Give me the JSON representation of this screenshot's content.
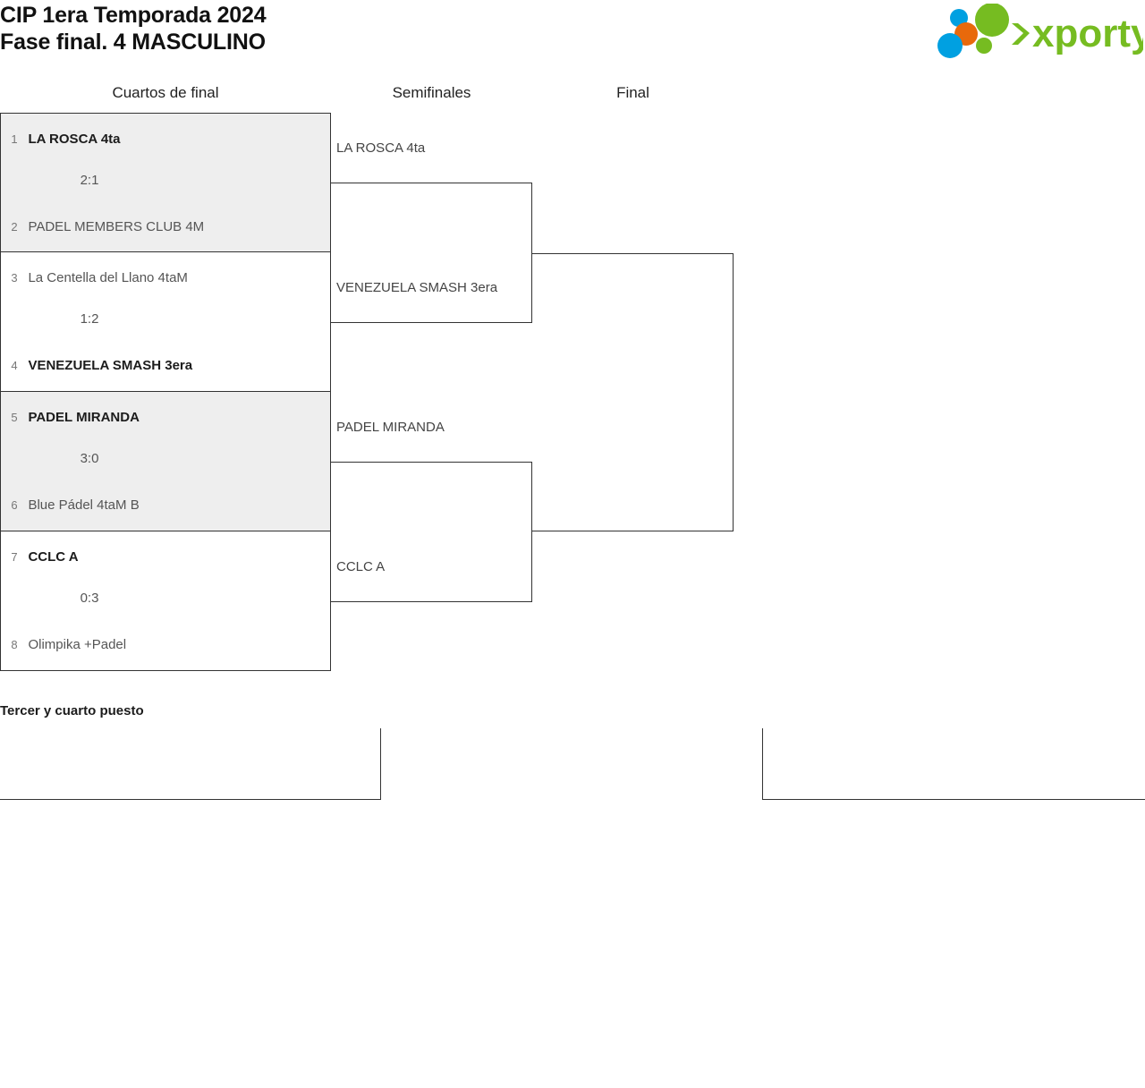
{
  "header": {
    "title_line1": "CIP 1era Temporada 2024",
    "title_line2": "Fase final. 4 MASCULINO",
    "logo_text": "xporty",
    "logo_colors": {
      "green": "#76bc21",
      "blue": "#00a0e1",
      "orange": "#e8690b"
    }
  },
  "rounds": [
    {
      "label": "Cuartos de final"
    },
    {
      "label": "Semifinales"
    },
    {
      "label": "Final"
    }
  ],
  "quarterfinals": [
    {
      "shaded": true,
      "score": "2:1",
      "teams": [
        {
          "seed": "1",
          "name": "LA ROSCA 4ta",
          "winner": true
        },
        {
          "seed": "2",
          "name": "PADEL MEMBERS CLUB 4M",
          "winner": false
        }
      ]
    },
    {
      "shaded": false,
      "score": "1:2",
      "teams": [
        {
          "seed": "3",
          "name": "La Centella del Llano 4taM",
          "winner": false
        },
        {
          "seed": "4",
          "name": "VENEZUELA SMASH 3era",
          "winner": true
        }
      ]
    },
    {
      "shaded": true,
      "score": "3:0",
      "teams": [
        {
          "seed": "5",
          "name": "PADEL MIRANDA",
          "winner": true
        },
        {
          "seed": "6",
          "name": "Blue Pádel 4taM B",
          "winner": false
        }
      ]
    },
    {
      "shaded": false,
      "score": "0:3",
      "teams": [
        {
          "seed": "7",
          "name": "CCLC A",
          "winner": true
        },
        {
          "seed": "8",
          "name": "Olimpika +Padel",
          "winner": false
        }
      ]
    }
  ],
  "semifinals": [
    {
      "teams": [
        {
          "name": "LA ROSCA 4ta"
        },
        {
          "name": "VENEZUELA SMASH 3era"
        }
      ]
    },
    {
      "teams": [
        {
          "name": "PADEL MIRANDA"
        },
        {
          "name": "CCLC A"
        }
      ]
    }
  ],
  "final": {
    "teams": [
      {
        "name": ""
      },
      {
        "name": ""
      }
    ]
  },
  "third_place": {
    "title": "Tercer y cuarto puesto",
    "teams": [
      {
        "name": ""
      },
      {
        "name": ""
      }
    ]
  }
}
